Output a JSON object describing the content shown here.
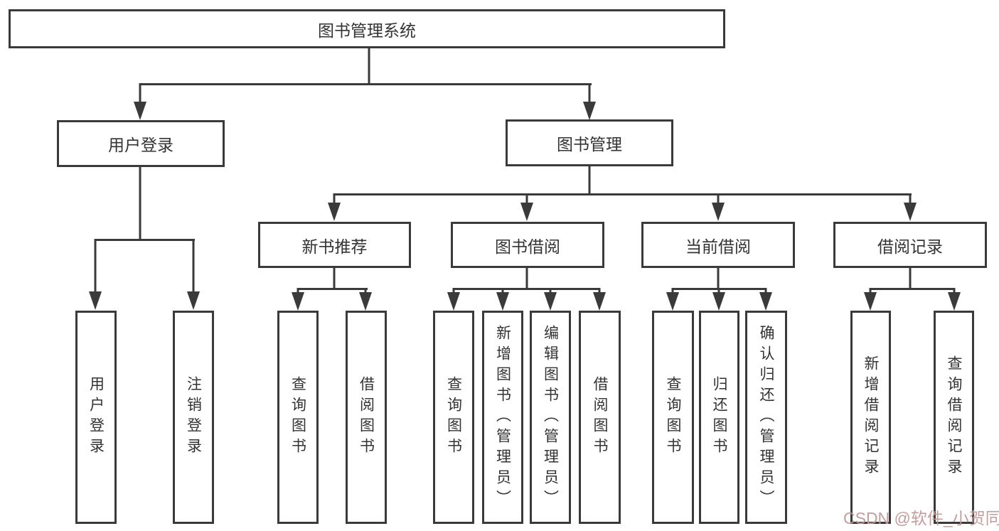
{
  "nodes": {
    "root": "图书管理系统",
    "user_login": "用户登录",
    "book_mgmt": "图书管理",
    "new_books": "新书推荐",
    "book_borrow": "图书借阅",
    "current_borrow": "当前借阅",
    "borrow_records": "借阅记录",
    "leaves_user_login": [
      "用户登录",
      "注销登录"
    ],
    "leaves_new_books": [
      "查询图书",
      "借阅图书"
    ],
    "leaves_book_borrow": [
      "查询图书",
      "新增图书（管理员）",
      "编辑图书（管理员）",
      "借阅图书"
    ],
    "leaves_current_borrow": [
      "查询图书",
      "归还图书",
      "确认归还（管理员）"
    ],
    "leaves_borrow_records": [
      "新增借阅记录",
      "查询借阅记录"
    ]
  },
  "watermark": {
    "text": "CSDN @软件_小贺同学",
    "color": "#c19898"
  },
  "colors": {
    "line": "#3a3a3a",
    "text": "#333333",
    "background": "#ffffff"
  }
}
